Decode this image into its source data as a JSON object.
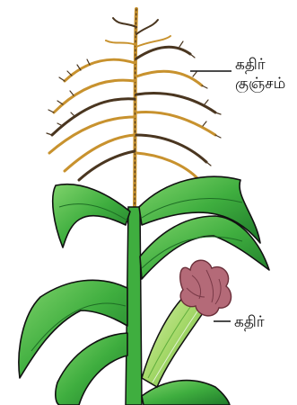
{
  "diagram": {
    "labels": {
      "tassel": {
        "line1": "கதிர்",
        "line2": "குஞ்சம்"
      },
      "ear": {
        "text": "கதிர்"
      }
    },
    "colors": {
      "leaf": "#3fae3f",
      "leaf_dark": "#1e6e25",
      "leaf_light": "#8fd67a",
      "tassel_gold": "#c8922e",
      "tassel_dark": "#4a3620",
      "silk": "#b46a78",
      "outline": "#111111"
    }
  }
}
